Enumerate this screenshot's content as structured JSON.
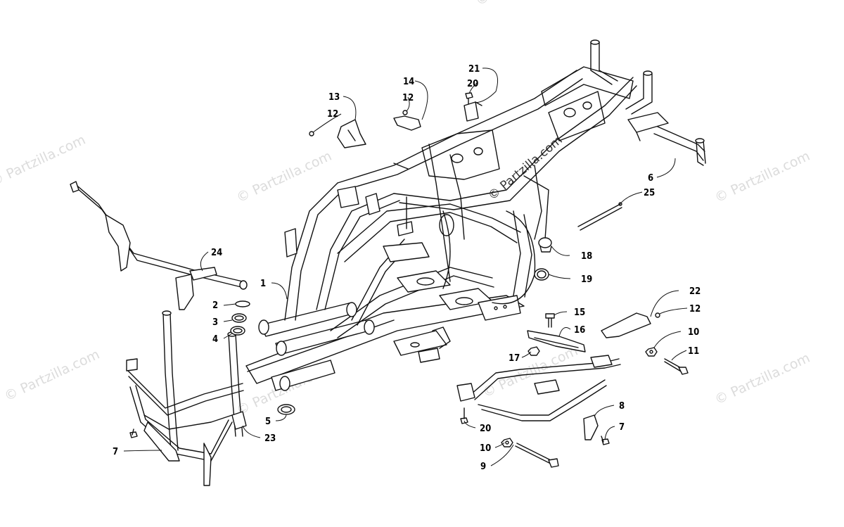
{
  "watermarks": [
    "© Partzilla.com",
    "© Partzilla.com",
    "© Partzilla.com",
    "© Partzilla.com",
    "© Partzilla.com",
    "© Partzilla.com",
    "© Partzilla.com",
    "© Partzilla.com"
  ],
  "center_watermark": "© Partzilla.com",
  "callouts": {
    "c1": "1",
    "c2": "2",
    "c3": "3",
    "c4": "4",
    "c5": "5",
    "c6": "6",
    "c7a": "7",
    "c7b": "7",
    "c8": "8",
    "c9": "9",
    "c10a": "10",
    "c10b": "10",
    "c11": "11",
    "c12a": "12",
    "c12b": "12",
    "c12c": "12",
    "c13": "13",
    "c14": "14",
    "c15": "15",
    "c16": "16",
    "c17": "17",
    "c18": "18",
    "c19": "19",
    "c20a": "20",
    "c20b": "20",
    "c21": "21",
    "c22": "22",
    "c23": "23",
    "c24": "24",
    "c25": "25"
  }
}
